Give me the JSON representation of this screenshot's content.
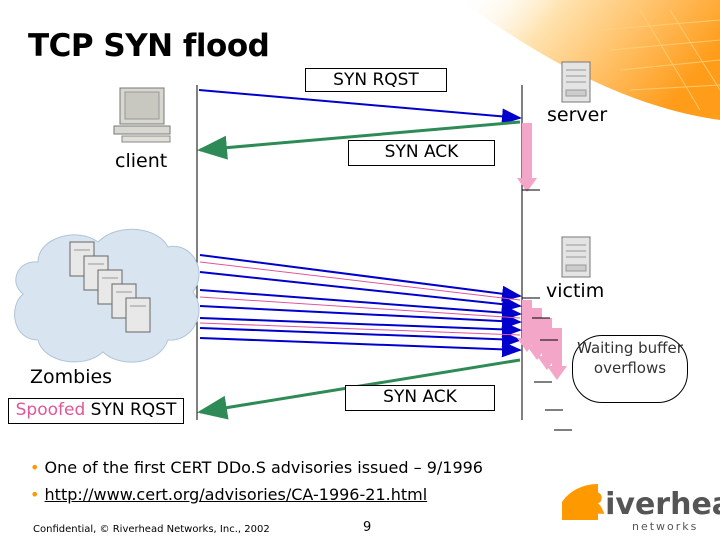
{
  "slide": {
    "title": "TCP  SYN flood",
    "syn_rqst_box": "SYN RQST",
    "syn_ack_top_box": "SYN ACK",
    "syn_ack_bottom_box": "SYN ACK",
    "server_label": "server",
    "client_label": "client",
    "victim_label": "victim",
    "zombies_label": "Zombies",
    "spoofed_word": "Spoofed",
    "spoofed_rest": " SYN  RQST",
    "bubble_text": "Waiting buffer overflows",
    "bullets": [
      "One of the first CERT DDo.S advisories issued – 9/1996",
      "http://www.cert.org/advisories/CA-1996-21.html"
    ],
    "footer_text": "Confidential, © Riverhead Networks, Inc., 2002",
    "page_number": "9",
    "brand_r": "R",
    "brand_rest": "iverhead",
    "brand_sub": "networks"
  },
  "colors": {
    "accent": "#ff9900",
    "arrow_green": "#2e8b57",
    "arrow_blue": "#0000cc",
    "buffer_pink": "#f4a6c8",
    "spoofed_pink": "#e0569a",
    "cloud": "#d8e4f0"
  },
  "icons": [
    "computer-icon",
    "server-icon",
    "cloud-icon",
    "brand-logo-icon"
  ]
}
